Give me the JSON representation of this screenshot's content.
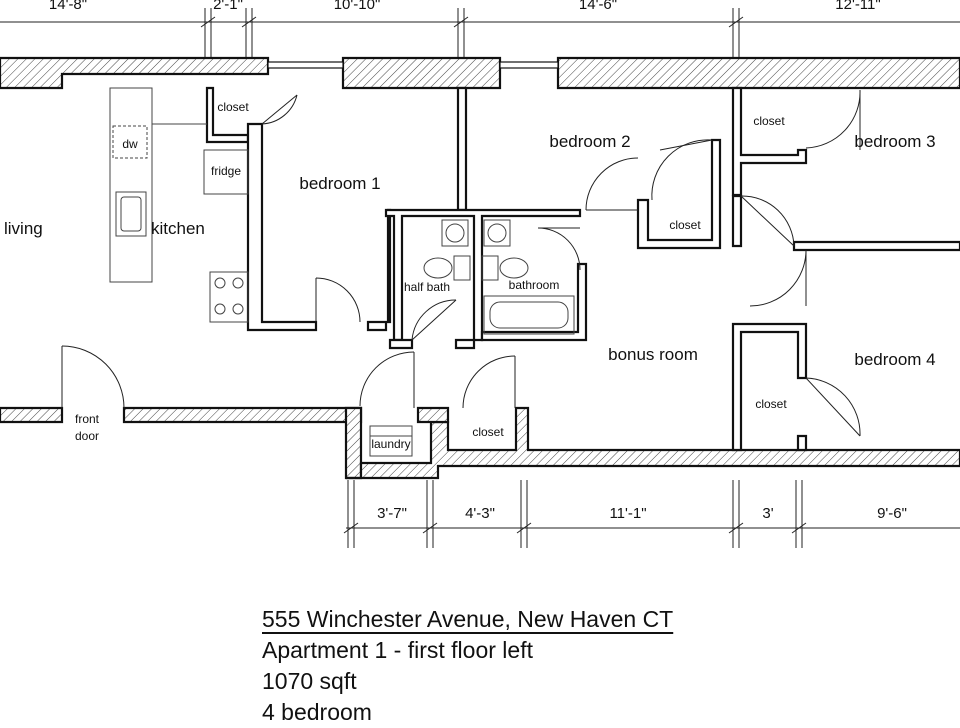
{
  "top_dimensions": [
    "14'-8\"",
    "2'-1\"",
    "10'-10\"",
    "14'-6\"",
    "12'-11\""
  ],
  "bottom_dimensions": [
    "3'-7\"",
    "4'-3\"",
    "11'-1\"",
    "3'",
    "9'-6\""
  ],
  "rooms": {
    "living": "living",
    "kitchen": "kitchen",
    "dw": "dw",
    "fridge": "fridge",
    "closet_bed1": "closet",
    "bedroom1": "bedroom 1",
    "bedroom2": "bedroom 2",
    "closet_bed2": "closet",
    "bedroom3": "bedroom 3",
    "closet_bed3": "closet",
    "half_bath": "half bath",
    "bathroom": "bathroom",
    "bonus_room": "bonus room",
    "bedroom4": "bedroom 4",
    "closet_bed4": "closet",
    "laundry": "laundry",
    "closet_hall": "closet",
    "front_door_1": "front",
    "front_door_2": "door"
  },
  "caption": {
    "address": "555 Winchester Avenue, New Haven CT",
    "unit": "Apartment 1 - first floor left",
    "area": "1070 sqft",
    "bedrooms": "4 bedroom"
  }
}
